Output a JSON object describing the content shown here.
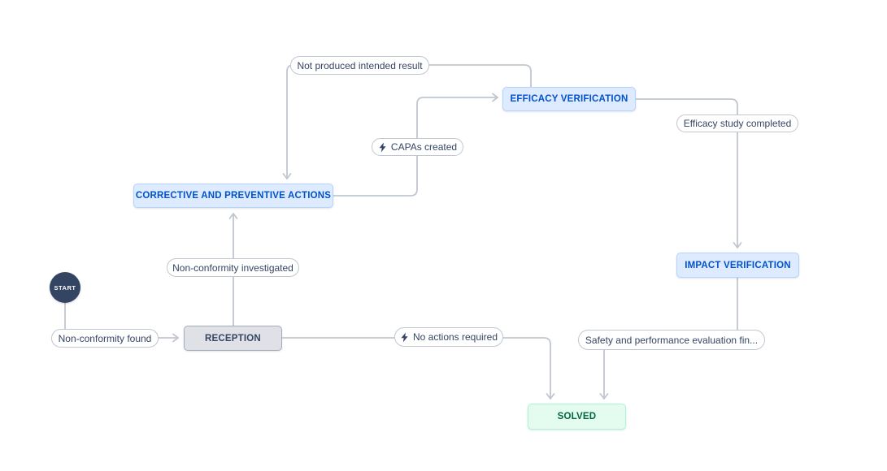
{
  "diagram": {
    "kind": "workflow-diagram",
    "colors": {
      "background": "#FFFFFF",
      "connector_line": "#C1C7D0",
      "pill_background": "#FFFFFF",
      "pill_border": "#C1C7D0",
      "pill_text": "#344563",
      "status_blue_background": "#DEEBFF",
      "status_blue_border": "#B3D4FF",
      "status_blue_text": "#0052CC",
      "status_gray_background": "#DFE1E6",
      "status_gray_border": "#A5ADBA",
      "status_gray_text": "#344563",
      "status_green_background": "#E3FCEF",
      "status_green_border": "#ABF5D1",
      "status_green_text": "#006644",
      "start_circle_background": "#344563",
      "start_circle_text": "#FFFFFF"
    },
    "icons": {
      "bolt": "lightning-bolt"
    },
    "start": {
      "label": "START"
    },
    "statuses": {
      "reception": {
        "label": "RECEPTION",
        "kind": "gray"
      },
      "corrective": {
        "label": "CORRECTIVE AND PREVENTIVE ACTIONS",
        "kind": "blue"
      },
      "efficacy": {
        "label": "EFFICACY VERIFICATION",
        "kind": "blue"
      },
      "impact": {
        "label": "IMPACT VERIFICATION",
        "kind": "blue"
      },
      "solved": {
        "label": "SOLVED",
        "kind": "green"
      }
    },
    "transitions": {
      "non_conformity_found": {
        "label": "Non-conformity found",
        "has_bolt": false
      },
      "non_conformity_investigated": {
        "label": "Non-conformity investigated",
        "has_bolt": false
      },
      "not_produced_intended_result": {
        "label": "Not produced intended result",
        "has_bolt": false
      },
      "capas_created": {
        "label": "CAPAs created",
        "has_bolt": true
      },
      "efficacy_study_completed": {
        "label": "Efficacy study completed",
        "has_bolt": false
      },
      "no_actions_required": {
        "label": "No actions required",
        "has_bolt": true
      },
      "safety_evaluation": {
        "label": "Safety and performance evaluation fin...",
        "has_bolt": false
      }
    }
  }
}
